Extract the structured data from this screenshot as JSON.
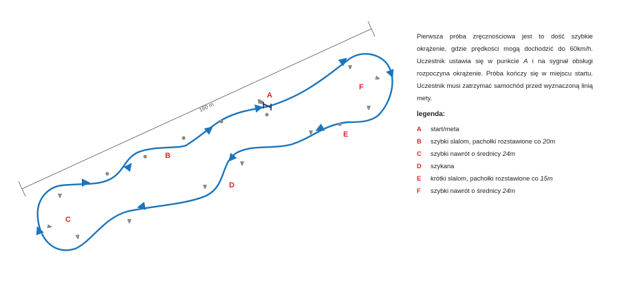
{
  "diagram": {
    "distance_label": "180 m",
    "points": [
      {
        "key": "A",
        "color": "#d6262a"
      },
      {
        "key": "B",
        "color": "#d6262a"
      },
      {
        "key": "C",
        "color": "#d6262a"
      },
      {
        "key": "D",
        "color": "#d6262a"
      },
      {
        "key": "E",
        "color": "#d6262a"
      },
      {
        "key": "F",
        "color": "#d6262a"
      }
    ],
    "track_color": "#1b75bc",
    "cone_color": "#8a8a8a"
  },
  "description": {
    "before_italic": "Pierwsza próba zręcznościowa jest to dość szybkie okrążenie, gdzie prędkości mogą dochodzić do 60km/h. Uczestnik ustawia się w punkcie ",
    "italic": "A",
    "after_italic": " i na sygnał obsługi rozpoczyna okrążenie. Próba kończy się w miejscu startu. Uczestnik musi zatrzymać samochód przed wyznaczoną linią mety."
  },
  "legend": {
    "title": "legenda:",
    "items": [
      {
        "key": "A",
        "text": "start/meta",
        "italic": ""
      },
      {
        "key": "B",
        "text": "szybki slalom, pachołki rozstawione co ",
        "italic": "20m"
      },
      {
        "key": "C",
        "text": "szybki nawrót o średnicy ",
        "italic": "24m"
      },
      {
        "key": "D",
        "text": "szykana",
        "italic": ""
      },
      {
        "key": "E",
        "text": "krótki slalom, pachołki rozstawione co ",
        "italic": "15m"
      },
      {
        "key": "F",
        "text": "szybki nawrót o średnicy ",
        "italic": "24m"
      }
    ]
  }
}
